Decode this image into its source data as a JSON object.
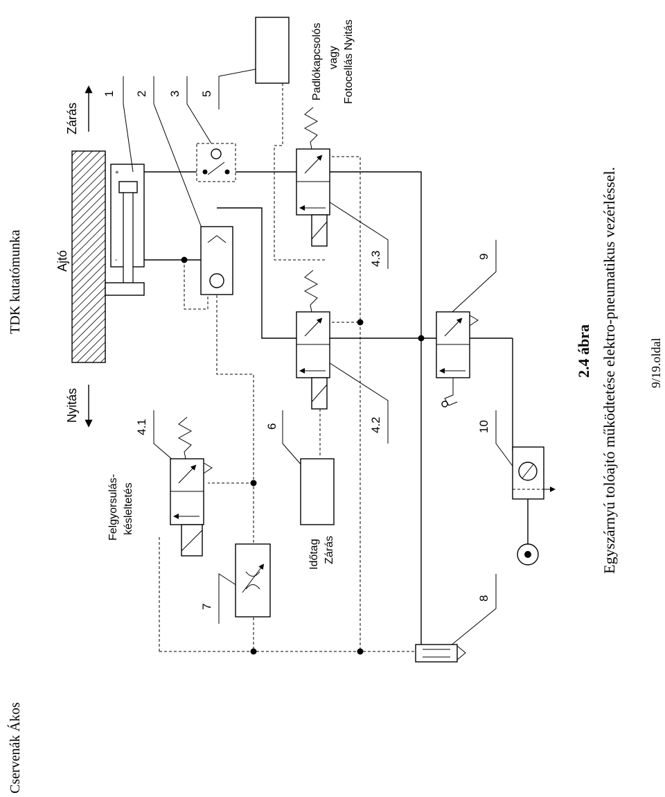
{
  "header": {
    "title": "TDK kutatómunka",
    "author": "Cservenák Ákos",
    "page": "9/19.oldal"
  },
  "caption": {
    "figure_no": "2.4 ábra",
    "text": "Egyszárnyú tolóajtó működtetése elektro-pneumatikus vezérléssel."
  },
  "labels": {
    "door": "Ajtó",
    "closing": "Zárás",
    "opening": "Nyitás",
    "accel_1": "Felgyorsulás-",
    "accel_2": "késleltetés",
    "timer_1": "Időtag",
    "timer_2": "Zárás",
    "sensor_1": "Padlókapcsolós",
    "sensor_2": "vagy",
    "sensor_3": "Fotocellás Nyitás"
  },
  "component_numbers": {
    "n1": "1",
    "n2": "2",
    "n3": "3",
    "n5": "5",
    "n6": "6",
    "n7": "7",
    "n8": "8",
    "n9": "9",
    "n10": "10",
    "n41": "4.1",
    "n42": "4.2",
    "n43": "4.3"
  },
  "colors": {
    "ink": "#000000",
    "paper": "#ffffff"
  }
}
